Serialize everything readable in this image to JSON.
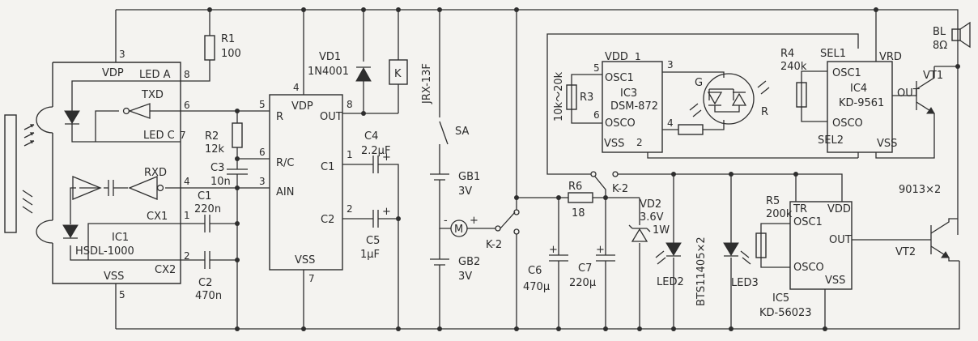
{
  "ic1": {
    "name": "IC1",
    "part": "HSDL-1000",
    "vdp": "VDP",
    "leda": "LED A",
    "ledc": "LED C",
    "txd": "TXD",
    "rxd": "RXD",
    "cx1": "CX1",
    "cx2": "CX2",
    "vss": "VSS",
    "p3": "3",
    "p8": "8",
    "p6": "6",
    "p7": "7",
    "p4": "4",
    "p1": "1",
    "p2": "2",
    "p5": "5"
  },
  "r1": {
    "name": "R1",
    "value": "100"
  },
  "r2": {
    "name": "R2",
    "value": "12k"
  },
  "c3": {
    "name": "C3",
    "value": "10n"
  },
  "c1": {
    "name": "C1",
    "value": "220n"
  },
  "c2": {
    "name": "C2",
    "value": "470n"
  },
  "ic2": {
    "vdp": "VDP",
    "out": "OUT",
    "r": "R",
    "rc": "R/C",
    "ain": "AIN",
    "c1": "C1",
    "c2": "C2",
    "vss": "VSS",
    "p4": "4",
    "p8": "8",
    "p5": "5",
    "p6": "6",
    "p3": "3",
    "p1": "1",
    "p2": "2",
    "p7": "7"
  },
  "vd1": {
    "name": "VD1",
    "part": "1N4001"
  },
  "relay": {
    "label": "K",
    "part": "JRX-13F"
  },
  "c4": {
    "name": "C4",
    "value": "2.2μF"
  },
  "c5": {
    "name": "C5",
    "value": "1μF"
  },
  "sa": {
    "name": "SA"
  },
  "gb1": {
    "name": "GB1",
    "value": "3V"
  },
  "gb2": {
    "name": "GB2",
    "value": "3V"
  },
  "motor": {
    "label": "M",
    "minus": "-",
    "plus": "+"
  },
  "switch": {
    "k2a": "K-2",
    "k2b": "K-2"
  },
  "r6": {
    "name": "R6",
    "value": "18"
  },
  "c6": {
    "name": "C6",
    "value": "470μ"
  },
  "c7": {
    "name": "C7",
    "value": "220μ"
  },
  "vd2": {
    "name": "VD2",
    "value": "3.6V",
    "power": "1W"
  },
  "led2": {
    "name": "LED2"
  },
  "led3": {
    "name": "LED3"
  },
  "bts": {
    "label": "BTS11405×2"
  },
  "ic3": {
    "name": "IC3",
    "part": "DSM-872",
    "vdd": "VDD",
    "osc1": "OSC1",
    "osco": "OSCO",
    "vss": "VSS",
    "p1": "1",
    "p3": "3",
    "p5": "5",
    "p6": "6",
    "p4": "4",
    "p2": "2"
  },
  "r3": {
    "name": "R3",
    "range": "10k～20k"
  },
  "led_gr": {
    "g": "G",
    "r": "R"
  },
  "ic4": {
    "name": "IC4",
    "part": "KD-9561",
    "sel1": "SEL1",
    "vrd": "VRD",
    "osc1": "OSC1",
    "out": "OUT",
    "osco": "OSCO",
    "sel2": "SEL2",
    "vss": "VSS"
  },
  "r4": {
    "name": "R4",
    "value": "240k"
  },
  "bl": {
    "name": "BL",
    "value": "8Ω"
  },
  "vt1": {
    "name": "VT1"
  },
  "vt2": {
    "name": "VT2"
  },
  "trans": {
    "label": "9013×2"
  },
  "ic5": {
    "name": "IC5",
    "part": "KD-56023",
    "tr": "TR",
    "vdd": "VDD",
    "osc1": "OSC1",
    "out": "OUT",
    "osco": "OSCO",
    "vss": "VSS"
  },
  "r5": {
    "name": "R5",
    "value": "200k"
  }
}
